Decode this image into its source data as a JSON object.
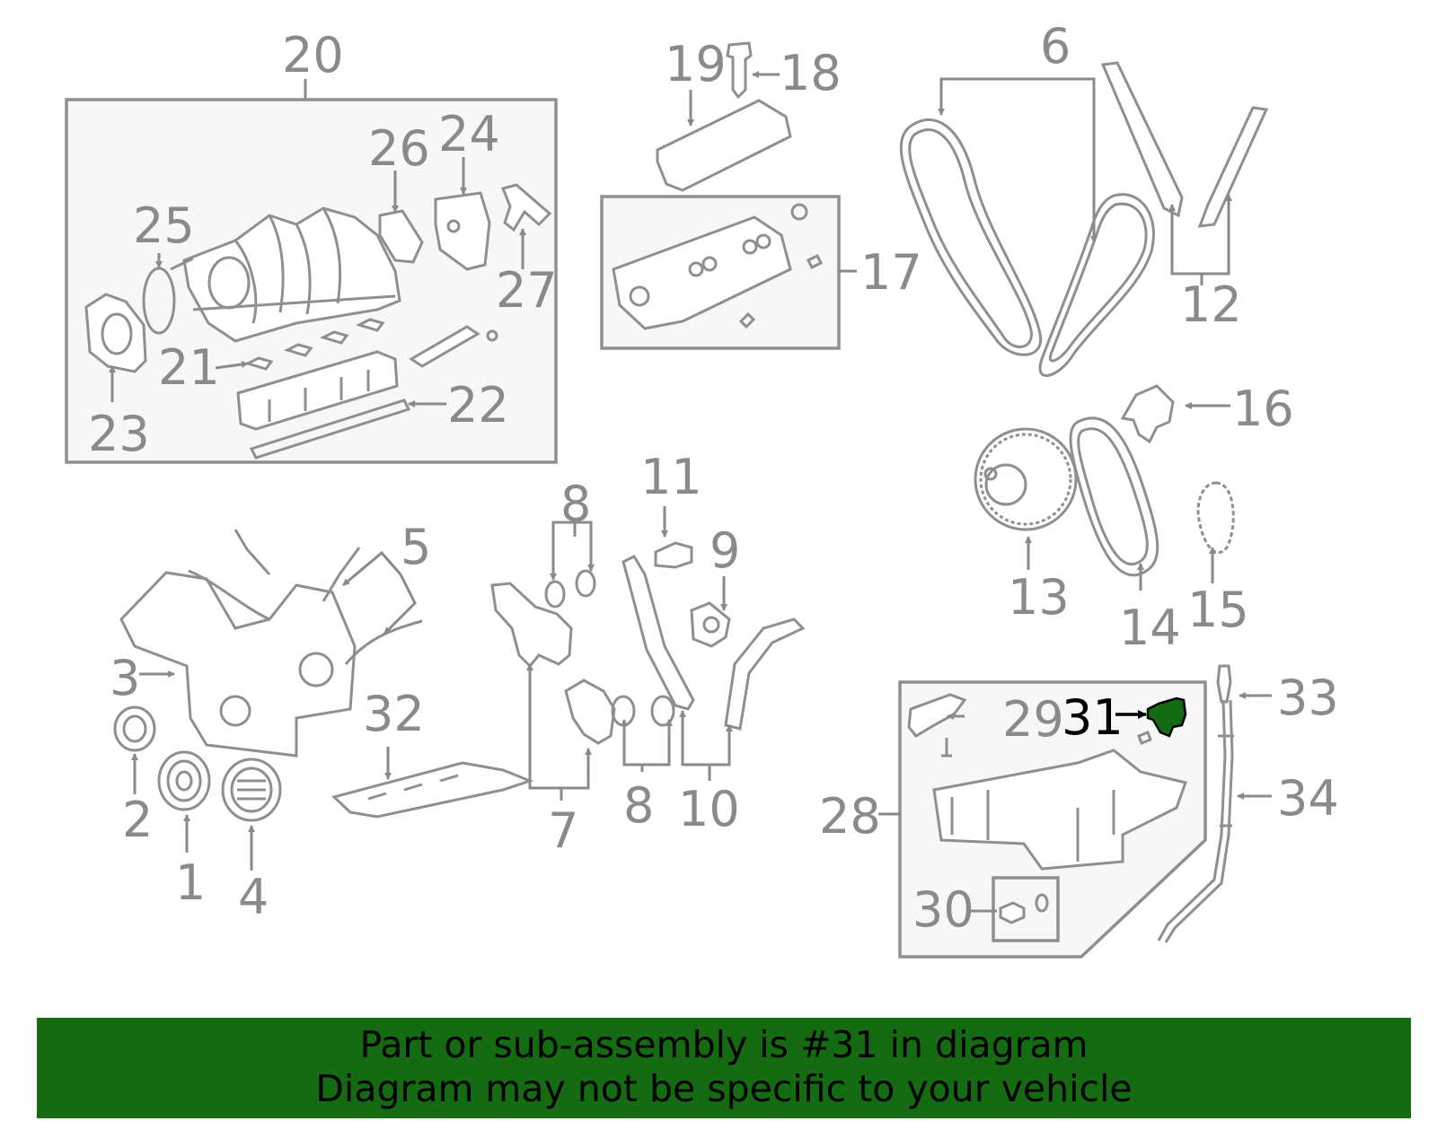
{
  "callouts": [
    "1",
    "2",
    "3",
    "4",
    "5",
    "6",
    "7",
    "8",
    "9",
    "10",
    "11",
    "12",
    "13",
    "14",
    "15",
    "16",
    "17",
    "18",
    "19",
    "20",
    "21",
    "22",
    "23",
    "24",
    "25",
    "26",
    "27",
    "28",
    "29",
    "30",
    "31",
    "32",
    "33",
    "34"
  ],
  "highlight": {
    "part": "31",
    "color": "#156b12"
  },
  "banner": {
    "line1": "Part or sub-assembly is #31 in diagram",
    "line2": "Diagram may not be specific to your vehicle",
    "color": "#156b12"
  }
}
